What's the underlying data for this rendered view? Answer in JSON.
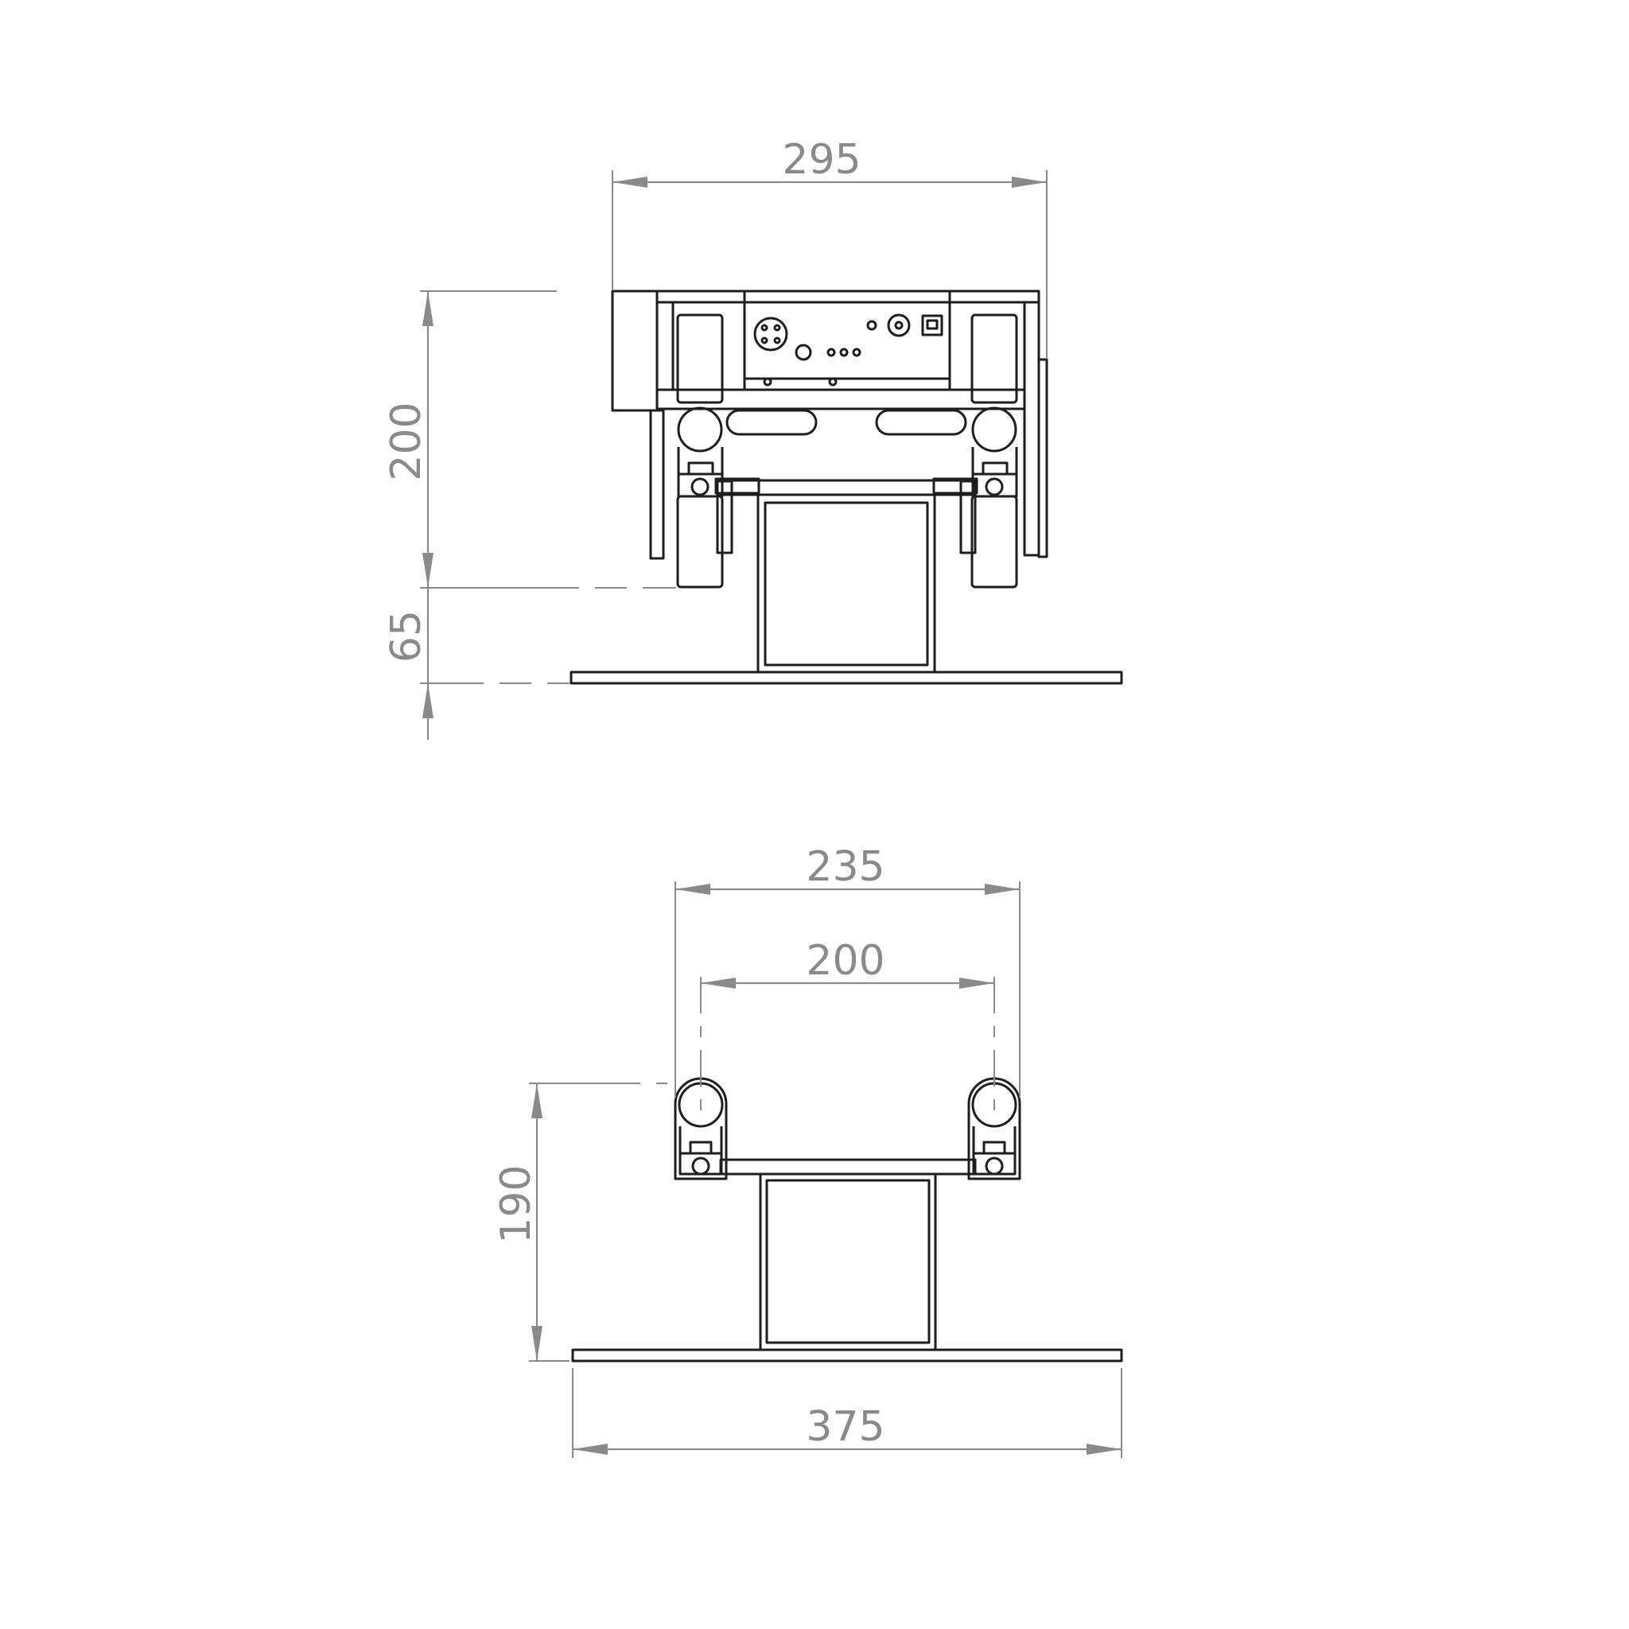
{
  "front_view": {
    "dimensions": {
      "overall_width": "295",
      "housing_height": "200",
      "stand_height": "65"
    }
  },
  "side_view": {
    "dimensions": {
      "outer_spacing": "235",
      "axle_spacing": "200",
      "overall_height": "190",
      "base_width": "375"
    }
  },
  "colors": {
    "line": "#1e1e1e",
    "dimension": "#8a8a8a",
    "background": "#ffffff"
  }
}
